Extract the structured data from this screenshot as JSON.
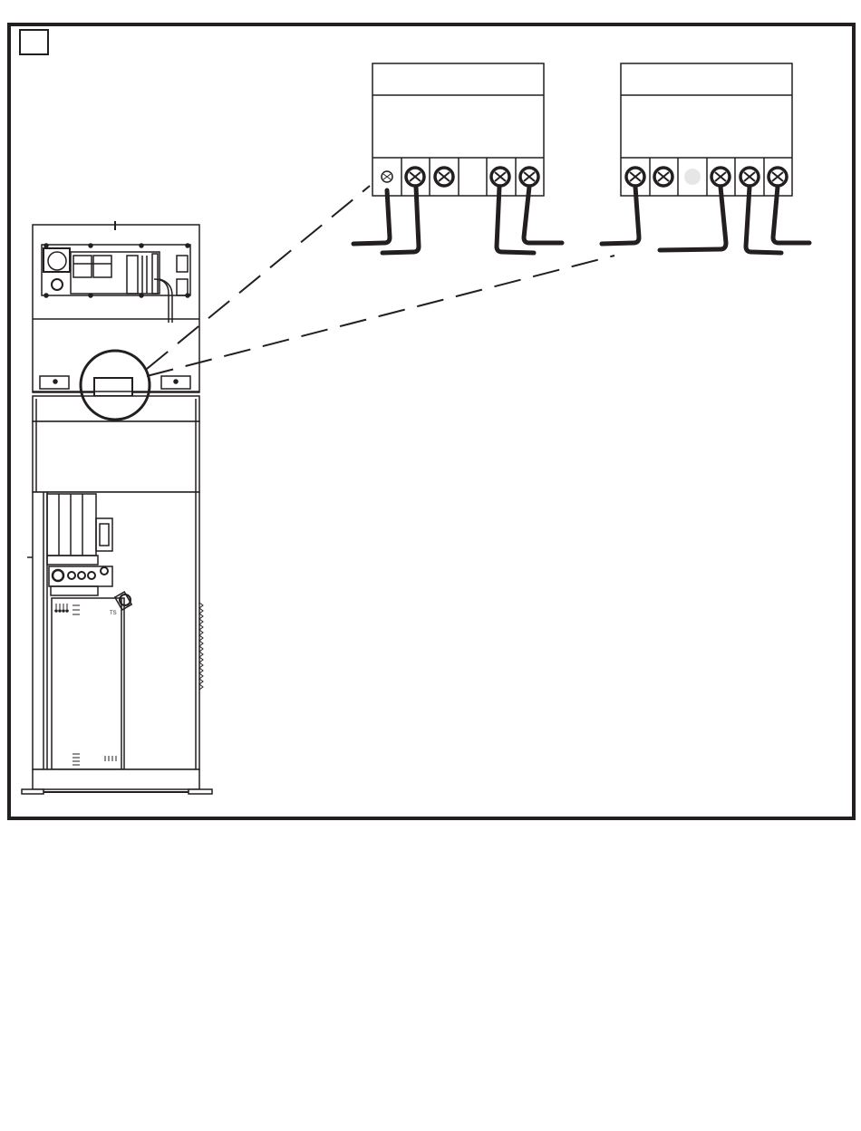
{
  "figure": {
    "step_number": "",
    "cabinet_small_label": "TS",
    "colors": {
      "line": "#231f20",
      "background": "#ffffff",
      "empty_terminal": "#e6e6e6"
    },
    "icons": {
      "terminal_screw": "screw-terminal-icon",
      "zoom_callout": "magnify-circle-icon"
    },
    "terminal_blocks": [
      {
        "id": "left",
        "terminal_count": 6,
        "terminals": [
          "small-screw",
          "screw",
          "screw",
          "none",
          "screw",
          "screw"
        ]
      },
      {
        "id": "right",
        "terminal_count": 6,
        "terminals": [
          "screw",
          "screw",
          "empty",
          "screw",
          "screw",
          "screw"
        ]
      }
    ]
  }
}
